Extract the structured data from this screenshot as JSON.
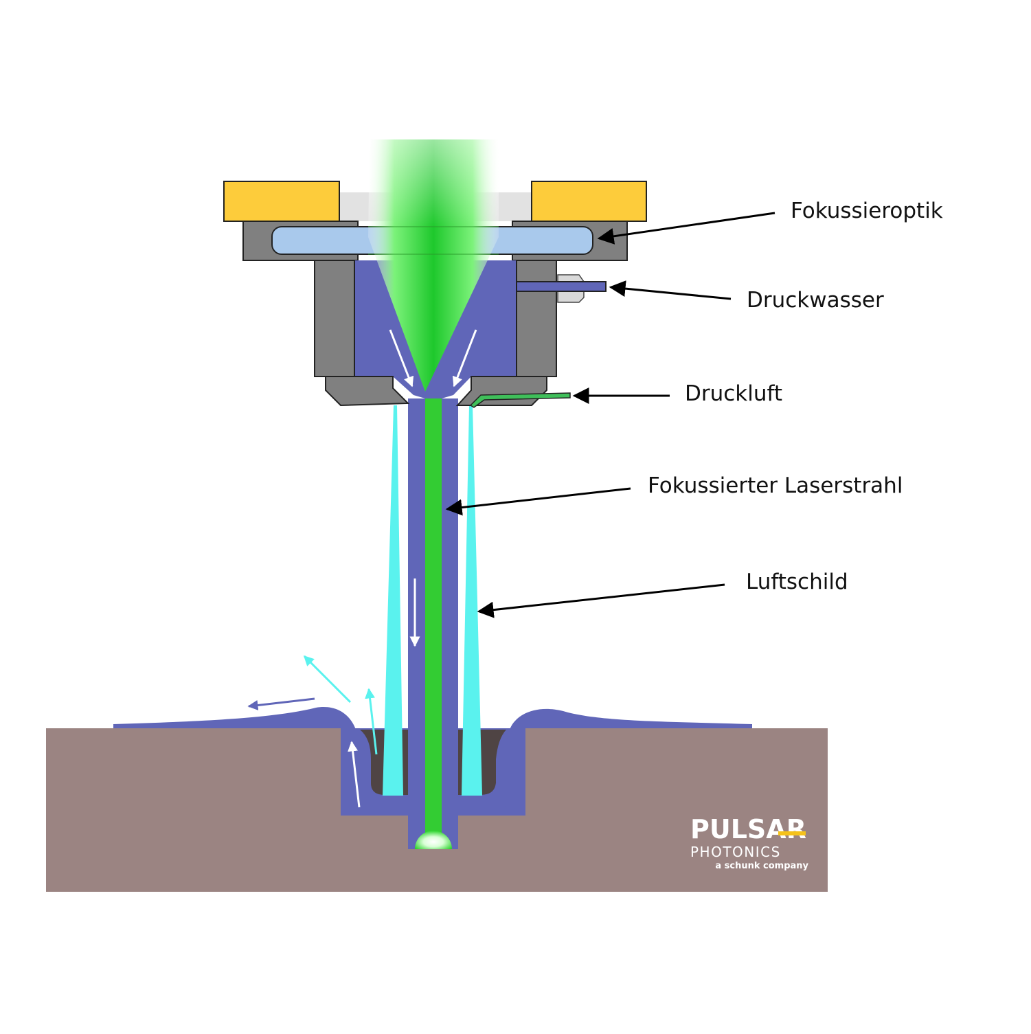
{
  "labels": {
    "focusing_optics": "Fokussieroptik",
    "pressurized_water": "Druckwasser",
    "compressed_air": "Druckluft",
    "focused_laser_beam": "Fokussierter Laserstrahl",
    "air_shield": "Luftschild"
  },
  "logo": {
    "main": "PULSAR",
    "sub": "PHOTONICS",
    "tagline": "a schunk company"
  },
  "colors": {
    "laser_green": "#33cc33",
    "water_blue": "#6066b8",
    "air_cyan": "#5af2ee",
    "housing_gray": "#808080",
    "lens_blue": "#a9c9ec",
    "holder_yellow": "#fdcc3b",
    "workpiece_brown": "#9b8482",
    "cavity_dark": "#4f4444",
    "logo_accent": "#f5c21b"
  }
}
